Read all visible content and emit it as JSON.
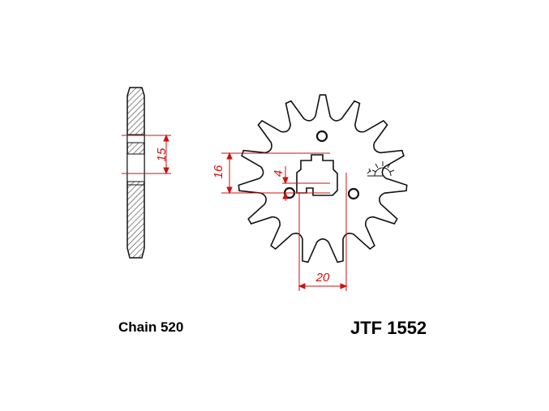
{
  "colors": {
    "outline": "#111111",
    "dimension": "#cc1111",
    "hatch": "#555555",
    "background": "#ffffff"
  },
  "dimensions": {
    "hub_height": "15",
    "mount_height": "16",
    "spline_depth": "4",
    "spline_width": "20"
  },
  "captions": {
    "chain": "Chain 520",
    "part_number": "JTF 1552"
  },
  "icons": {
    "rotation_symbol": "sun-rotation-icon"
  }
}
